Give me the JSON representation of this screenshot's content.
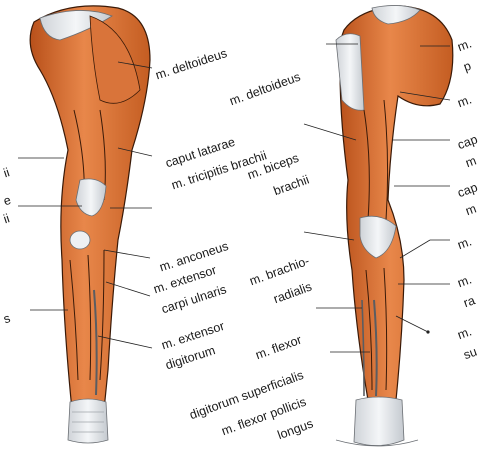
{
  "labels": {
    "deltoideus_right": "m. deltoideus",
    "deltoideus_left": "m. deltoideus",
    "caput_latarae": "caput latarae",
    "tricipitis": "m. tricipitis brachii",
    "biceps_1": "m. biceps",
    "biceps_2": "brachii",
    "anconeus": "m. anconeus",
    "ext_carpi_1": "m. extensor",
    "ext_carpi_2": "carpi ulnaris",
    "brachio_1": "m. brachio-",
    "brachio_2": "radialis",
    "ext_dig_1": "m. extensor",
    "ext_dig_2": "digitorum",
    "flexor_1": "m. flexor",
    "flexor_2": "digitorum superficialis",
    "pollicis_1": "m. flexor pollicis",
    "pollicis_2": "longus",
    "edge_left_1": "ii",
    "edge_left_2": "e",
    "edge_left_3": "ii",
    "edge_left_4": "s",
    "edge_right_1": "m.",
    "edge_right_2": "p",
    "edge_right_3": "m.",
    "edge_right_4": "cap",
    "edge_right_5": "m",
    "edge_right_6": "cap",
    "edge_right_7": "m",
    "edge_right_8": "m.",
    "edge_right_9": "m.",
    "edge_right_10": "ra",
    "edge_right_11": "m.",
    "edge_right_12": "su"
  }
}
